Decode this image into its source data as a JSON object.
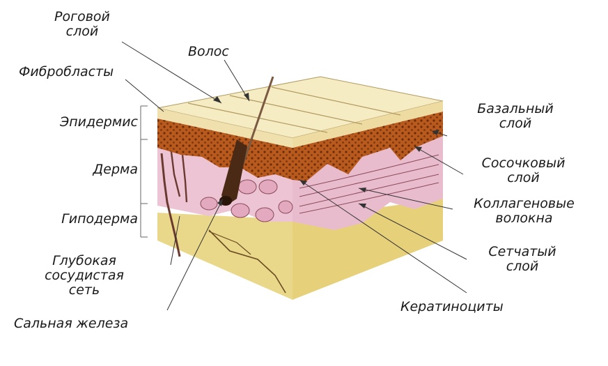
{
  "labels": {
    "stratum_corneum": [
      "Роговой",
      "слой"
    ],
    "hair": "Волос",
    "fibroblasts": "Фибробласты",
    "epidermis": "Эпидермис",
    "dermis": "Дерма",
    "hypodermis": "Гиподерма",
    "deep_vascular_network": [
      "Глубокая",
      "сосудистая",
      "сеть"
    ],
    "sebaceous_gland": "Сальная железа",
    "basal_layer": [
      "Базальный",
      "слой"
    ],
    "papillary_layer": [
      "Сосочковый",
      "слой"
    ],
    "collagen_fibers": [
      "Коллагеновые",
      "волокна"
    ],
    "reticular_layer": [
      "Сетчатый",
      "слой"
    ],
    "keratinocytes": "Кератиноциты"
  },
  "colors": {
    "stratum_corneum": "#f6ecc4",
    "epidermis": "#b85a1e",
    "dermis": "#ecc4d4",
    "hypodermis": "#ead88a",
    "ink": "#1a1a1a"
  }
}
